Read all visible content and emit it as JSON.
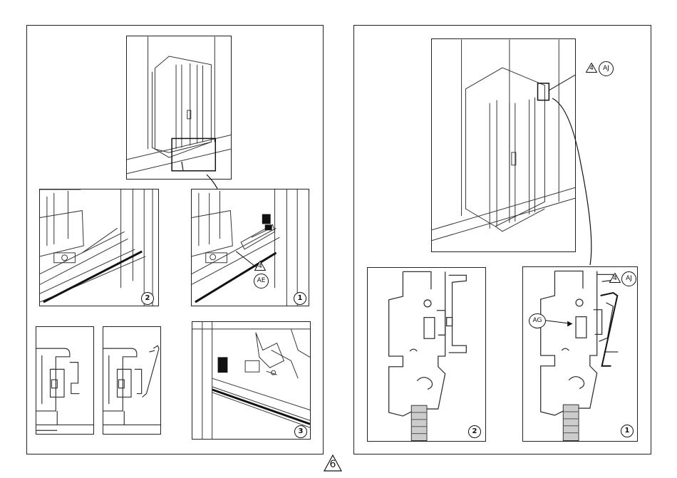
{
  "left_panel": {
    "step_1_label": "1",
    "step_2_label": "2",
    "step_3_label": "3",
    "callout_ae": {
      "triangle": "4",
      "circle": "AE"
    }
  },
  "right_panel": {
    "callout_aj_top": {
      "triangle": "4",
      "circle": "AJ"
    },
    "callout_aj_detail": {
      "triangle": "4",
      "circle": "AJ"
    },
    "callout_ag": "AG",
    "step_1_label": "1",
    "step_2_label": "2"
  },
  "page_number": "6",
  "colors": {
    "line": "#222222",
    "paper": "#ffffff"
  }
}
